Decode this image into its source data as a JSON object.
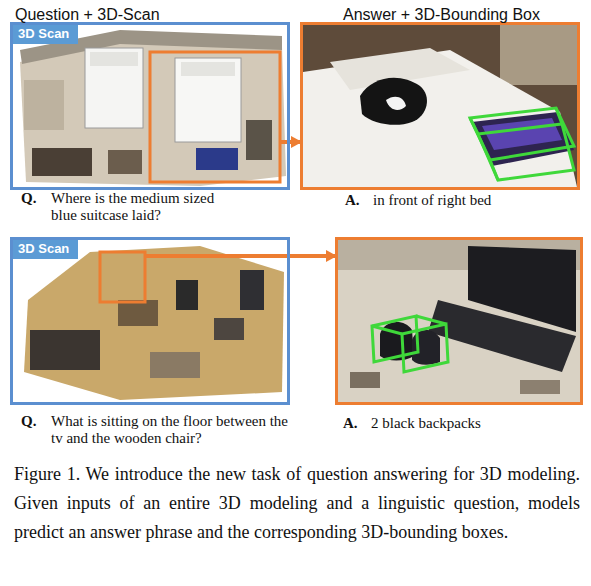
{
  "diagram": {
    "caption": "Figure 1. We introduce the new task of question answering for 3D modeling. Given inputs of an entire 3D modeling and a linguistic question, models predict an answer phrase and the corresponding 3D-bounding boxes.",
    "nodes": [
      {
        "text": [
          "Question + 3D-Scan",
          "Q.",
          "Where is the medium sized blue suitcase laid?"
        ]
      },
      {
        "text": [
          "3D Scan"
        ],
        "in": 0
      },
      {
        "text": [
          "Answer + 3D-Bounding Box",
          "A.",
          "in front of right bed"
        ]
      },
      {
        "text": [
          "Q.",
          "What is sitting on the floor between the tv and the wooden chair?"
        ]
      },
      {
        "text": [
          "3D Scan"
        ],
        "in": 3
      },
      {
        "text": [
          "A.",
          "2 black backpacks"
        ]
      }
    ],
    "edges": [
      {
        "from": 0,
        "to": 2,
        "arrow": "to"
      },
      {
        "from": 3,
        "to": 5,
        "arrow": "to"
      }
    ]
  }
}
